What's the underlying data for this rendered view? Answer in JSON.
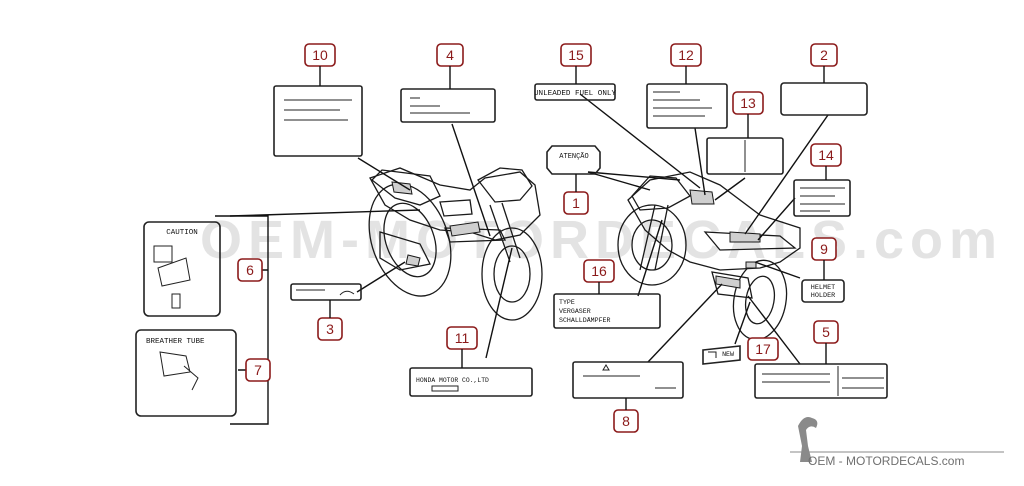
{
  "labels": {
    "unleaded": "UNLEADED FUEL ONLY",
    "atencao": "ATENÇÃO",
    "caution": "CAUTION",
    "breather": "BREATHER TUBE",
    "honda": "HONDA MOTOR CO.,LTD",
    "type_line1": "TYPE",
    "type_line2": "VERGASER",
    "type_line3": "SCHALLDÄMPFER",
    "helmet_line1": "HELMET",
    "helmet_line2": "HOLDER",
    "new": "NEW"
  },
  "callouts": [
    "1",
    "2",
    "3",
    "4",
    "5",
    "6",
    "7",
    "8",
    "9",
    "10",
    "11",
    "12",
    "13",
    "14",
    "15",
    "16",
    "17"
  ],
  "watermark": {
    "text": "OEM-MOTORDECALS.com",
    "brand": "OEM - MOTORDECALS.com"
  },
  "colors": {
    "callout": "#8b1a1a",
    "line": "#111111",
    "watermark": "#e3e3e3"
  }
}
